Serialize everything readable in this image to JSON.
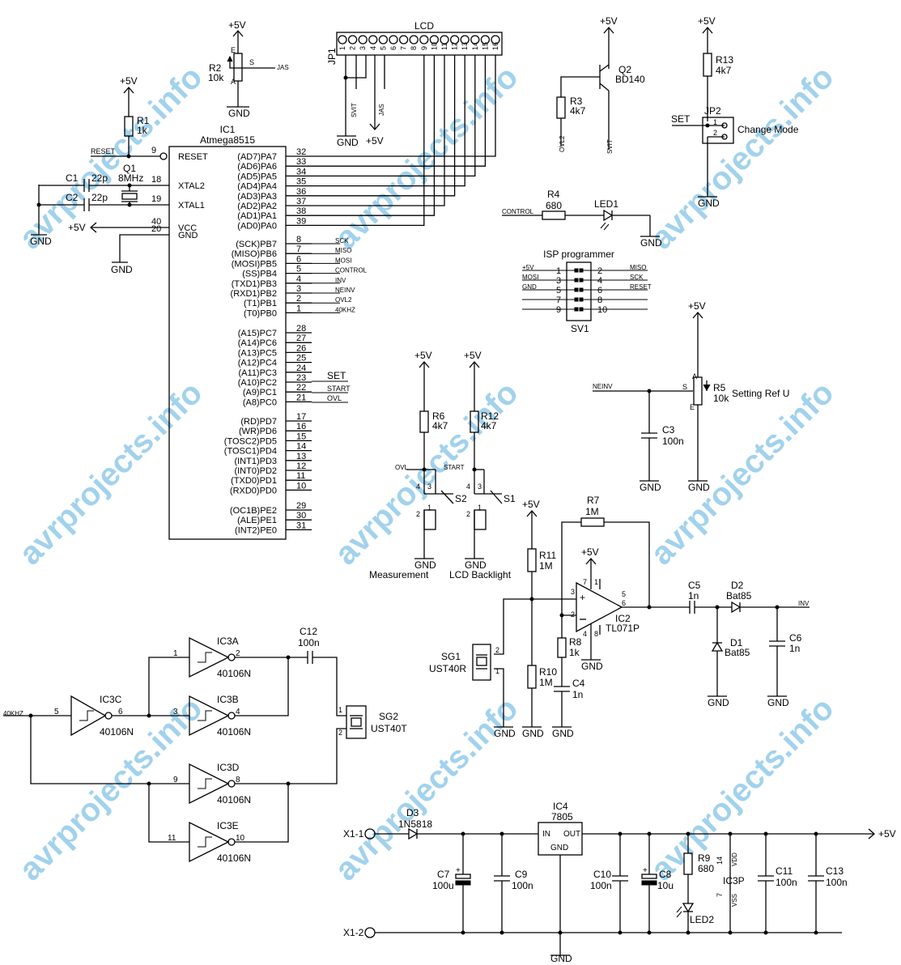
{
  "watermark": "avrprojects.info",
  "ic1": {
    "ref": "IC1",
    "name": "Atmega8515",
    "left_pins": [
      {
        "num": "9",
        "label": "RESET"
      },
      {
        "num": "18",
        "label": "XTAL2"
      },
      {
        "num": "19",
        "label": "XTAL1"
      },
      {
        "num": "40",
        "label": "VCC"
      },
      {
        "num": "20",
        "label": "GND"
      }
    ],
    "right_pins": [
      {
        "num": "32",
        "label": "(AD7)PA7"
      },
      {
        "num": "33",
        "label": "(AD6)PA6"
      },
      {
        "num": "34",
        "label": "(AD5)PA5"
      },
      {
        "num": "35",
        "label": "(AD4)PA4"
      },
      {
        "num": "36",
        "label": "(AD3)PA3"
      },
      {
        "num": "37",
        "label": "(AD2)PA2"
      },
      {
        "num": "38",
        "label": "(AD1)PA1"
      },
      {
        "num": "39",
        "label": "(AD0)PA0"
      },
      {
        "num": "8",
        "label": "(SCK)PB7"
      },
      {
        "num": "7",
        "label": "(MISO)PB6"
      },
      {
        "num": "6",
        "label": "(MOSI)PB5"
      },
      {
        "num": "5",
        "label": "(SS)PB4"
      },
      {
        "num": "4",
        "label": "(TXD1)PB3"
      },
      {
        "num": "3",
        "label": "(RXD1)PB2"
      },
      {
        "num": "2",
        "label": "(T1)PB1"
      },
      {
        "num": "1",
        "label": "(T0)PB0"
      },
      {
        "num": "28",
        "label": "(A15)PC7"
      },
      {
        "num": "27",
        "label": "(A14)PC6"
      },
      {
        "num": "26",
        "label": "(A13)PC5"
      },
      {
        "num": "25",
        "label": "(A12)PC4"
      },
      {
        "num": "24",
        "label": "(A11)PC3"
      },
      {
        "num": "23",
        "label": "(A10)PC2"
      },
      {
        "num": "22",
        "label": "(A9)PC1"
      },
      {
        "num": "21",
        "label": "(A8)PC0"
      },
      {
        "num": "17",
        "label": "(RD)PD7"
      },
      {
        "num": "16",
        "label": "(WR)PD6"
      },
      {
        "num": "15",
        "label": "(TOSC2)PD5"
      },
      {
        "num": "14",
        "label": "(TOSC1)PD4"
      },
      {
        "num": "13",
        "label": "(INT1)PD3"
      },
      {
        "num": "12",
        "label": "(INT0)PD2"
      },
      {
        "num": "11",
        "label": "(TXD0)PD1"
      },
      {
        "num": "10",
        "label": "(RXD0)PD0"
      },
      {
        "num": "29",
        "label": "(OC1B)PE2"
      },
      {
        "num": "30",
        "label": "(ALE)PE1"
      },
      {
        "num": "31",
        "label": "(INT2)PE0"
      }
    ],
    "pb_nets": [
      "SCK",
      "MISO",
      "MOSI",
      "CONTROL",
      "INV",
      "NEINV",
      "OVL2",
      "40KHZ"
    ],
    "pc_nets": [
      "SET",
      "START",
      "OVL"
    ]
  },
  "lcd": {
    "title": "LCD",
    "ref": "JP1",
    "pins": [
      "1",
      "2",
      "3",
      "4",
      "5",
      "6",
      "7",
      "8",
      "9",
      "10",
      "11",
      "12",
      "13",
      "14",
      "15",
      "16"
    ],
    "nets": [
      "SVIT",
      "JAS"
    ]
  },
  "r2": {
    "ref": "R2",
    "value": "10k",
    "pin_a": "A",
    "pin_e": "E",
    "pin_s": "S",
    "net": "JAS"
  },
  "r1": {
    "ref": "R1",
    "value": "1k",
    "net": "RESET"
  },
  "c1": {
    "ref": "C1",
    "value": "22p"
  },
  "c2": {
    "ref": "C2",
    "value": "22p"
  },
  "q1": {
    "ref": "Q1",
    "value": "8MHz"
  },
  "q2": {
    "ref": "Q2",
    "value": "BD140"
  },
  "r3": {
    "ref": "R3",
    "value": "4k7",
    "net1": "OVL2",
    "net2": "SVIT"
  },
  "r13": {
    "ref": "R13",
    "value": "4k7"
  },
  "jp2": {
    "ref": "JP2",
    "net": "SET",
    "pin1": "1",
    "pin2": "2",
    "label": "Change Mode"
  },
  "r4": {
    "ref": "R4",
    "value": "680",
    "net": "CONTROL"
  },
  "led1": {
    "ref": "LED1"
  },
  "isp": {
    "title": "ISP programmer",
    "ref": "SV1",
    "rows": [
      {
        "ln": "+5V",
        "l": "1",
        "r": "2",
        "rn": "MISO"
      },
      {
        "ln": "MOSI",
        "l": "3",
        "r": "4",
        "rn": "SCK"
      },
      {
        "ln": "GND",
        "l": "5",
        "r": "6",
        "rn": "RESET"
      },
      {
        "ln": "",
        "l": "7",
        "r": "8",
        "rn": ""
      },
      {
        "ln": "",
        "l": "9",
        "r": "10",
        "rn": ""
      }
    ]
  },
  "r5": {
    "ref": "R5",
    "value": "10k",
    "label": "Setting Ref U",
    "net": "NEINV",
    "pin_a": "A",
    "pin_e": "E",
    "pin_s": "S"
  },
  "c3": {
    "ref": "C3",
    "value": "100n"
  },
  "r6": {
    "ref": "R6",
    "value": "4k7",
    "net": "OVL"
  },
  "r12": {
    "ref": "R12",
    "value": "4k7",
    "net": "START"
  },
  "s2": {
    "ref": "S2",
    "label": "Measurement"
  },
  "s1": {
    "ref": "S1",
    "label": "LCD Backlight"
  },
  "switch_pins": {
    "p1": "1",
    "p2": "2",
    "p3": "3",
    "p4": "4"
  },
  "r7": {
    "ref": "R7",
    "value": "1M"
  },
  "r11": {
    "ref": "R11",
    "value": "1M"
  },
  "r10": {
    "ref": "R10",
    "value": "1M"
  },
  "r8": {
    "ref": "R8",
    "value": "1k"
  },
  "c4": {
    "ref": "C4",
    "value": "1n"
  },
  "ic2": {
    "ref": "IC2",
    "value": "TL071P",
    "pins": {
      "p2": "2",
      "p3": "3",
      "p4": "4",
      "p5": "5",
      "p6": "6",
      "p7": "7",
      "p8": "8",
      "p1": "1"
    }
  },
  "sg1": {
    "ref": "SG1",
    "value": "UST40R",
    "p1": "1",
    "p2": "2"
  },
  "c5": {
    "ref": "C5",
    "value": "1n"
  },
  "d2": {
    "ref": "D2",
    "value": "Bat85"
  },
  "d1": {
    "ref": "D1",
    "value": "Bat85"
  },
  "c6": {
    "ref": "C6",
    "value": "1n"
  },
  "inv_net": "INV",
  "ic3a": {
    "ref": "IC3A",
    "value": "40106N",
    "in": "1",
    "out": "2"
  },
  "ic3b": {
    "ref": "IC3B",
    "value": "40106N",
    "in": "3",
    "out": "4"
  },
  "ic3c": {
    "ref": "IC3C",
    "value": "40106N",
    "in": "5",
    "out": "6"
  },
  "ic3d": {
    "ref": "IC3D",
    "value": "40106N",
    "in": "9",
    "out": "8"
  },
  "ic3e": {
    "ref": "IC3E",
    "value": "40106N",
    "in": "11",
    "out": "10"
  },
  "net_40khz": "40KHZ",
  "c12": {
    "ref": "C12",
    "value": "100n"
  },
  "sg2": {
    "ref": "SG2",
    "value": "UST40T",
    "p1": "1",
    "p2": "2"
  },
  "x1_1": "X1-1",
  "x1_2": "X1-2",
  "d3": {
    "ref": "D3",
    "value": "1N5818"
  },
  "ic4": {
    "ref": "IC4",
    "value": "7805",
    "in": "IN",
    "out": "OUT",
    "gnd": "GND"
  },
  "c7": {
    "ref": "C7",
    "value": "100u"
  },
  "c9": {
    "ref": "C9",
    "value": "100n"
  },
  "c10": {
    "ref": "C10",
    "value": "100n"
  },
  "c8": {
    "ref": "C8",
    "value": "10u"
  },
  "r9": {
    "ref": "R9",
    "value": "680"
  },
  "led2": {
    "ref": "LED2"
  },
  "ic3p": {
    "ref": "IC3P",
    "vdd": "VDD",
    "vss": "VSS",
    "p14": "14",
    "p7": "7"
  },
  "c11": {
    "ref": "C11",
    "value": "100n"
  },
  "c13": {
    "ref": "C13",
    "value": "100n"
  },
  "power": {
    "vcc": "+5V",
    "gnd": "GND",
    "plus": "+"
  }
}
